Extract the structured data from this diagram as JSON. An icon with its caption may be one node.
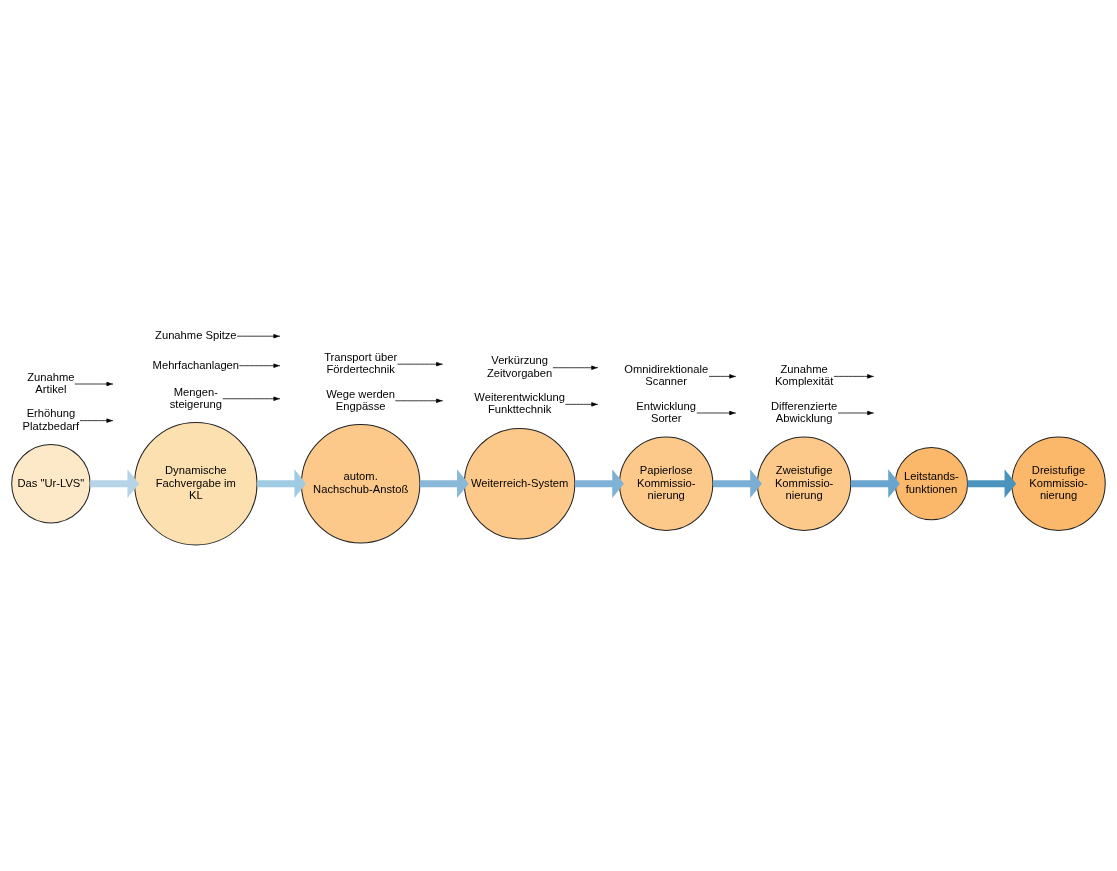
{
  "diagram": {
    "nodes": [
      {
        "text": [
          "Das \"Ur-LVS\""
        ]
      },
      {
        "text": [
          "Dynamische Fachvergabe im KL"
        ]
      },
      {
        "text": [
          "autom. Nachschub-Anstoß"
        ]
      },
      {
        "text": [
          "Weiterreich-System"
        ]
      },
      {
        "text": [
          "Papierlose Kommissio- nierung"
        ]
      },
      {
        "text": [
          "Zweistufige Kommissio- nierung"
        ]
      },
      {
        "text": [
          "Leitstands- funktionen"
        ]
      },
      {
        "text": [
          "Dreistufige Kommissio- nierung"
        ]
      },
      {
        "text": [
          "Erhöhung Platzbedarf"
        ]
      },
      {
        "text": [
          "Zunahme Artikel"
        ]
      },
      {
        "text": [
          "Mengen- steigerung"
        ]
      },
      {
        "text": [
          "Mehrfachanlagen"
        ]
      },
      {
        "text": [
          "Zunahme Spitze"
        ]
      },
      {
        "text": [
          "Wege werden Engpässe"
        ]
      },
      {
        "text": [
          "Transport über Fördertechnik"
        ]
      },
      {
        "text": [
          "Weiterentwicklung Funkttechnik"
        ]
      },
      {
        "text": [
          "Verkürzung Zeitvorgaben"
        ]
      },
      {
        "text": [
          "Entwicklung Sorter"
        ]
      },
      {
        "text": [
          "Omnidirektionale Scanner"
        ]
      },
      {
        "text": [
          "Differenzierte Abwicklung"
        ]
      },
      {
        "text": [
          "Zunahme Komplexität"
        ]
      }
    ],
    "edges": [
      {
        "from": 0,
        "to": 1,
        "arrow": "to",
        "style": "thick",
        "color": "#b5d4e8"
      },
      {
        "from": 1,
        "to": 2,
        "arrow": "to",
        "style": "thick",
        "color": "#9fcbe3"
      },
      {
        "from": 2,
        "to": 3,
        "arrow": "to",
        "style": "thick",
        "color": "#8ab8d9"
      },
      {
        "from": 3,
        "to": 4,
        "arrow": "to",
        "style": "thick",
        "color": "#80b1d6"
      },
      {
        "from": 4,
        "to": 5,
        "arrow": "to",
        "style": "thick",
        "color": "#7aaed4"
      },
      {
        "from": 5,
        "to": 6,
        "arrow": "to",
        "style": "thick",
        "color": "#6aa5cf"
      },
      {
        "from": 6,
        "to": 7,
        "arrow": "to",
        "style": "thick",
        "color": "#4a93bd"
      },
      {
        "from": 8,
        "to": null,
        "arrow": "to"
      },
      {
        "from": 9,
        "to": null,
        "arrow": "to"
      },
      {
        "from": 10,
        "to": null,
        "arrow": "to"
      },
      {
        "from": 11,
        "to": null,
        "arrow": "to"
      },
      {
        "from": 12,
        "to": null,
        "arrow": "to"
      },
      {
        "from": 13,
        "to": null,
        "arrow": "to"
      },
      {
        "from": 14,
        "to": null,
        "arrow": "to"
      },
      {
        "from": 15,
        "to": null,
        "arrow": "to"
      },
      {
        "from": 16,
        "to": null,
        "arrow": "to"
      },
      {
        "from": 17,
        "to": null,
        "arrow": "to"
      },
      {
        "from": 18,
        "to": null,
        "arrow": "to"
      },
      {
        "from": 19,
        "to": null,
        "arrow": "to"
      },
      {
        "from": 20,
        "to": null,
        "arrow": "to"
      }
    ]
  }
}
